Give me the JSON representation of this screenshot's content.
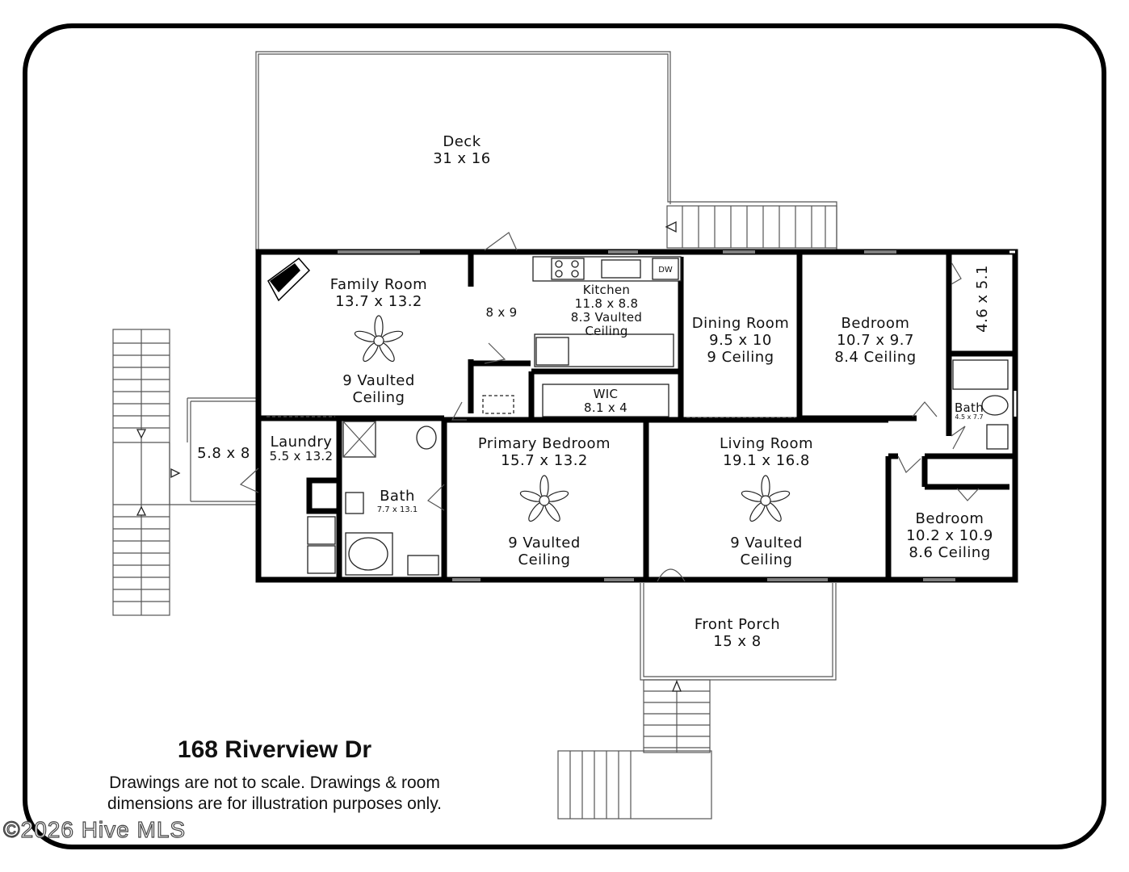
{
  "rooms": {
    "deck": {
      "name": "Deck",
      "dims": "31 x 16"
    },
    "family_room": {
      "name": "Family Room",
      "dims": "13.7 x 13.2",
      "ceiling_1": "9 Vaulted",
      "ceiling_2": "Ceiling"
    },
    "hall": {
      "dims": "8 x 9"
    },
    "kitchen": {
      "name": "Kitchen",
      "dims": "11.8 x 8.8",
      "ceiling_1": "8.3 Vaulted",
      "ceiling_2": "Ceiling",
      "dishwasher": "DW"
    },
    "dining_room": {
      "name": "Dining Room",
      "dims": "9.5 x 10",
      "ceiling": "9 Ceiling"
    },
    "bedroom_ne": {
      "name": "Bedroom",
      "dims": "10.7 x 9.7",
      "ceiling": "8.4 Ceiling"
    },
    "closet_ne": {
      "dims": "4.6 x 5.1"
    },
    "wic": {
      "name": "WIC",
      "dims": "8.1 x 4"
    },
    "bath_small": {
      "name": "Bath",
      "dims": "4.5 x 7.7"
    },
    "landing": {
      "dims": "5.8 x 8"
    },
    "laundry": {
      "name": "Laundry",
      "dims": "5.5 x 13.2"
    },
    "bath_primary": {
      "name": "Bath",
      "dims": "7.7 x 13.1"
    },
    "primary_bedroom": {
      "name": "Primary Bedroom",
      "dims": "15.7 x 13.2",
      "ceiling_1": "9 Vaulted",
      "ceiling_2": "Ceiling"
    },
    "living_room": {
      "name": "Living Room",
      "dims": "19.1 x 16.8",
      "ceiling_1": "9 Vaulted",
      "ceiling_2": "Ceiling"
    },
    "bedroom_se": {
      "name": "Bedroom",
      "dims": "10.2 x 10.9",
      "ceiling": "8.6 Ceiling"
    },
    "front_porch": {
      "name": "Front Porch",
      "dims": "15 x 8"
    }
  },
  "address": "168 Riverview Dr",
  "disclaimer": {
    "line1": "Drawings are not to scale. Drawings & room",
    "line2": "dimensions are for illustration purposes only."
  },
  "watermark": "©2026 Hive MLS",
  "colors": {
    "wall": "#000000",
    "line": "#555555",
    "background": "#ffffff"
  }
}
